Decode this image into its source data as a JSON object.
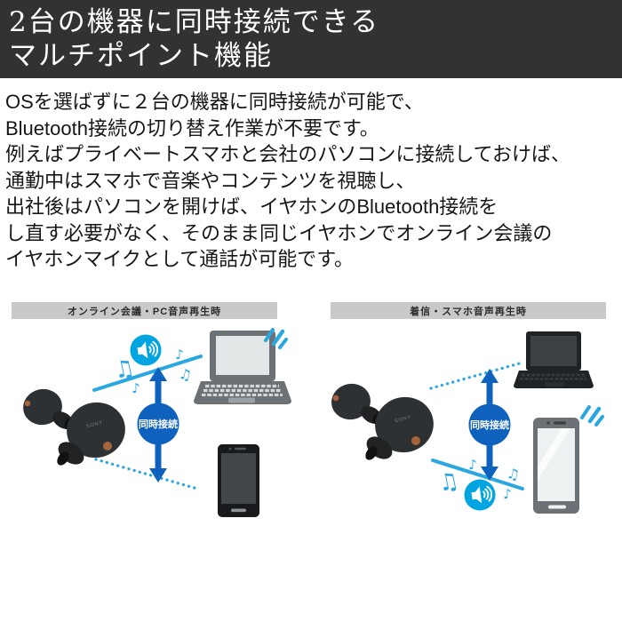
{
  "header": {
    "bg_color": "#323232",
    "title_lines": [
      "2台の機器に同時接続できる",
      "マルチポイント機能"
    ]
  },
  "intro": {
    "lines": [
      "OSを選ばずに２台の機器に同時接続が可能で、",
      "Bluetooth接続の切り替え作業が不要です。",
      "例えばプライベートスマホと会社のパソコンに接続しておけば、",
      "通勤中はスマホで音楽やコンテンツを視聴し、",
      "出社後はパソコンを開けば、イヤホンのBluetooth接続を",
      "し直す必要がなく、そのまま同じイヤホンでオンライン会議の",
      "イヤホンマイクとして通話が可能です。"
    ]
  },
  "panels": [
    {
      "title": "オンライン会議・PC音声再生時",
      "badge": "同時接続",
      "devices": [
        "earbuds",
        "laptop",
        "smartphone"
      ],
      "audio_playing_on": "laptop",
      "solid_connection": "earbuds-laptop",
      "dotted_connection": "earbuds-smartphone",
      "notes": [
        "♫",
        "♪",
        "♪",
        "♫"
      ]
    },
    {
      "title": "着信・スマホ音声再生時",
      "badge": "同時接続",
      "devices": [
        "earbuds",
        "laptop",
        "smartphone"
      ],
      "audio_playing_on": "smartphone",
      "solid_connection": "earbuds-smartphone",
      "dotted_connection": "earbuds-laptop",
      "notes": [
        "♫",
        "♪",
        "♫",
        "♪"
      ]
    }
  ],
  "earbuds_brand": "SONY",
  "colors": {
    "banner_bg": "#323232",
    "panel_header_bg": "#c9c9c9",
    "cyan_accent": "#00a4e0",
    "cyan_line": "#2aa7e0",
    "blue_connection": "#0e62bd"
  }
}
